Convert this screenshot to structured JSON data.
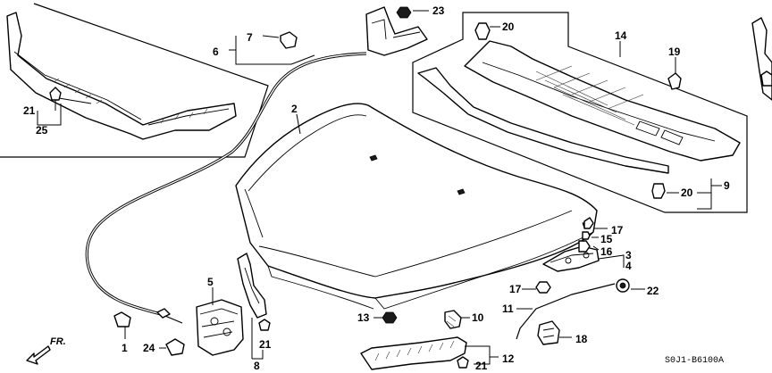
{
  "diagram": {
    "callouts": {
      "c1": "1",
      "c2": "2",
      "c3": "3",
      "c4": "4",
      "c5": "5",
      "c6": "6",
      "c7": "7",
      "c8": "8",
      "c9": "9",
      "c10": "10",
      "c11": "11",
      "c12": "12",
      "c13": "13",
      "c14": "14",
      "c15": "15",
      "c16": "16",
      "c17a": "17",
      "c17b": "17",
      "c18": "18",
      "c19": "19",
      "c20a": "20",
      "c20b": "20",
      "c21a": "21",
      "c21b": "21",
      "c21c": "21",
      "c22": "22",
      "c23": "23",
      "c24": "24",
      "c25": "25"
    },
    "direction_label": "FR.",
    "diagram_code": "S0J1-B6100A"
  }
}
